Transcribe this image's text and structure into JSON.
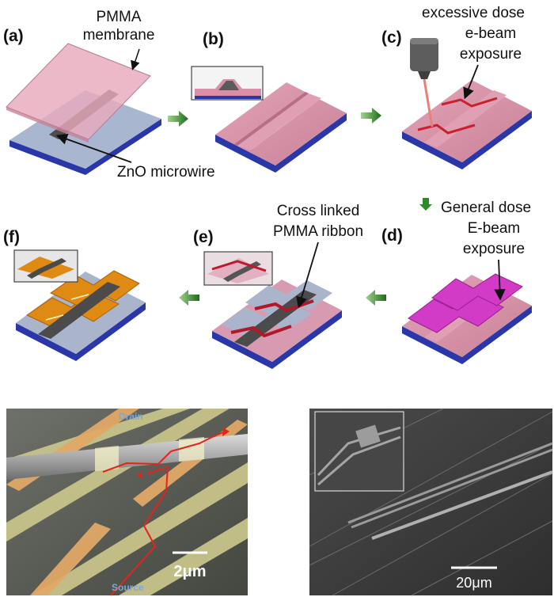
{
  "panels": {
    "a": "(a)",
    "b": "(b)",
    "c": "(c)",
    "d": "(d)",
    "e": "(e)",
    "f": "(f)"
  },
  "captions": {
    "pmma_line1": "PMMA",
    "pmma_line2": "membrane",
    "zno": "ZnO microwire",
    "excessive_line1": "excessive dose",
    "excessive_line2": "e-beam",
    "excessive_line3": "exposure",
    "general_line1": "General dose",
    "general_line2": "E-beam",
    "general_line3": "exposure",
    "cross_line1": "Cross linked",
    "cross_line2": "PMMA ribbon"
  },
  "sem_left": {
    "drain": "Drain",
    "source": "Source",
    "scale": "2μm"
  },
  "sem_right": {
    "scale": "20μm"
  },
  "colors": {
    "pmma": "#d98fa6",
    "pmma_dark": "#b86f86",
    "substrate_top": "#a8b4cc",
    "substrate_base": "#2a37a8",
    "wire": "#4a4a4a",
    "exposure_red": "#cc1f2e",
    "magenta": "#d436c8",
    "gold": "#e08a10",
    "arrow_green": "#2f8a2a",
    "sem_left_bg": "#5b5e56",
    "sem_right_bg": "#3a3a3a"
  }
}
